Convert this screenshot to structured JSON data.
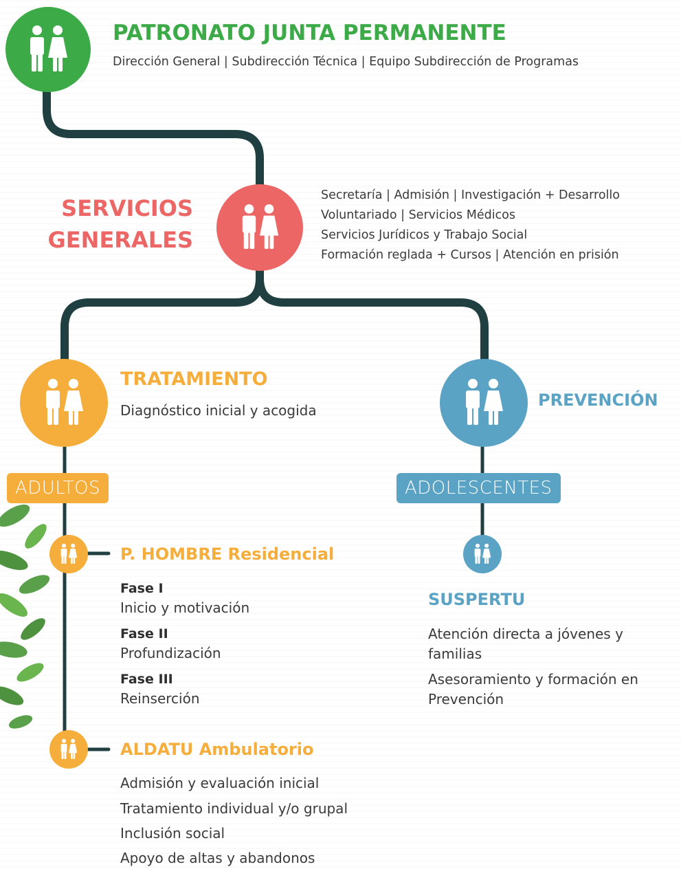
{
  "colors": {
    "green": "#3daa48",
    "red": "#ec6666",
    "orange": "#f5ad3c",
    "blue": "#5aa3c4",
    "connector": "#1f3f40"
  },
  "icons": [
    "people-icon"
  ],
  "top": {
    "title": "PATRONATO JUNTA PERMANENTE",
    "subtitle": "Dirección General | Subdirección Técnica | Equipo Subdirección de Programas"
  },
  "servicios": {
    "title_line1": "SERVICIOS",
    "title_line2": "GENERALES",
    "items": [
      "Secretaría | Admisión | Investigación + Desarrollo",
      "Voluntariado | Servicios Médicos",
      "Servicios Jurídicos y Trabajo Social",
      "Formación reglada + Cursos | Atención en prisión"
    ]
  },
  "tratamiento": {
    "title": "TRATAMIENTO",
    "subtitle": "Diagnóstico inicial y acogida",
    "pill": "ADULTOS",
    "residencial": {
      "title": "P. HOMBRE Residencial",
      "phases": [
        {
          "label": "Fase I",
          "desc": "Inicio y motivación"
        },
        {
          "label": "Fase II",
          "desc": "Profundización"
        },
        {
          "label": "Fase III",
          "desc": "Reinserción"
        }
      ]
    },
    "ambulatorio": {
      "title": "ALDATU Ambulatorio",
      "items": [
        "Admisión y evaluación inicial",
        "Tratamiento individual y/o grupal",
        "Inclusión social",
        "Apoyo de altas y abandonos"
      ]
    }
  },
  "prevencion": {
    "title": "PREVENCIÓN",
    "pill": "ADOLESCENTES",
    "suspertu": {
      "title": "SUSPERTU",
      "items": [
        "Atención directa a jóvenes y familias",
        "Asesoramiento y formación en Prevención"
      ]
    }
  }
}
